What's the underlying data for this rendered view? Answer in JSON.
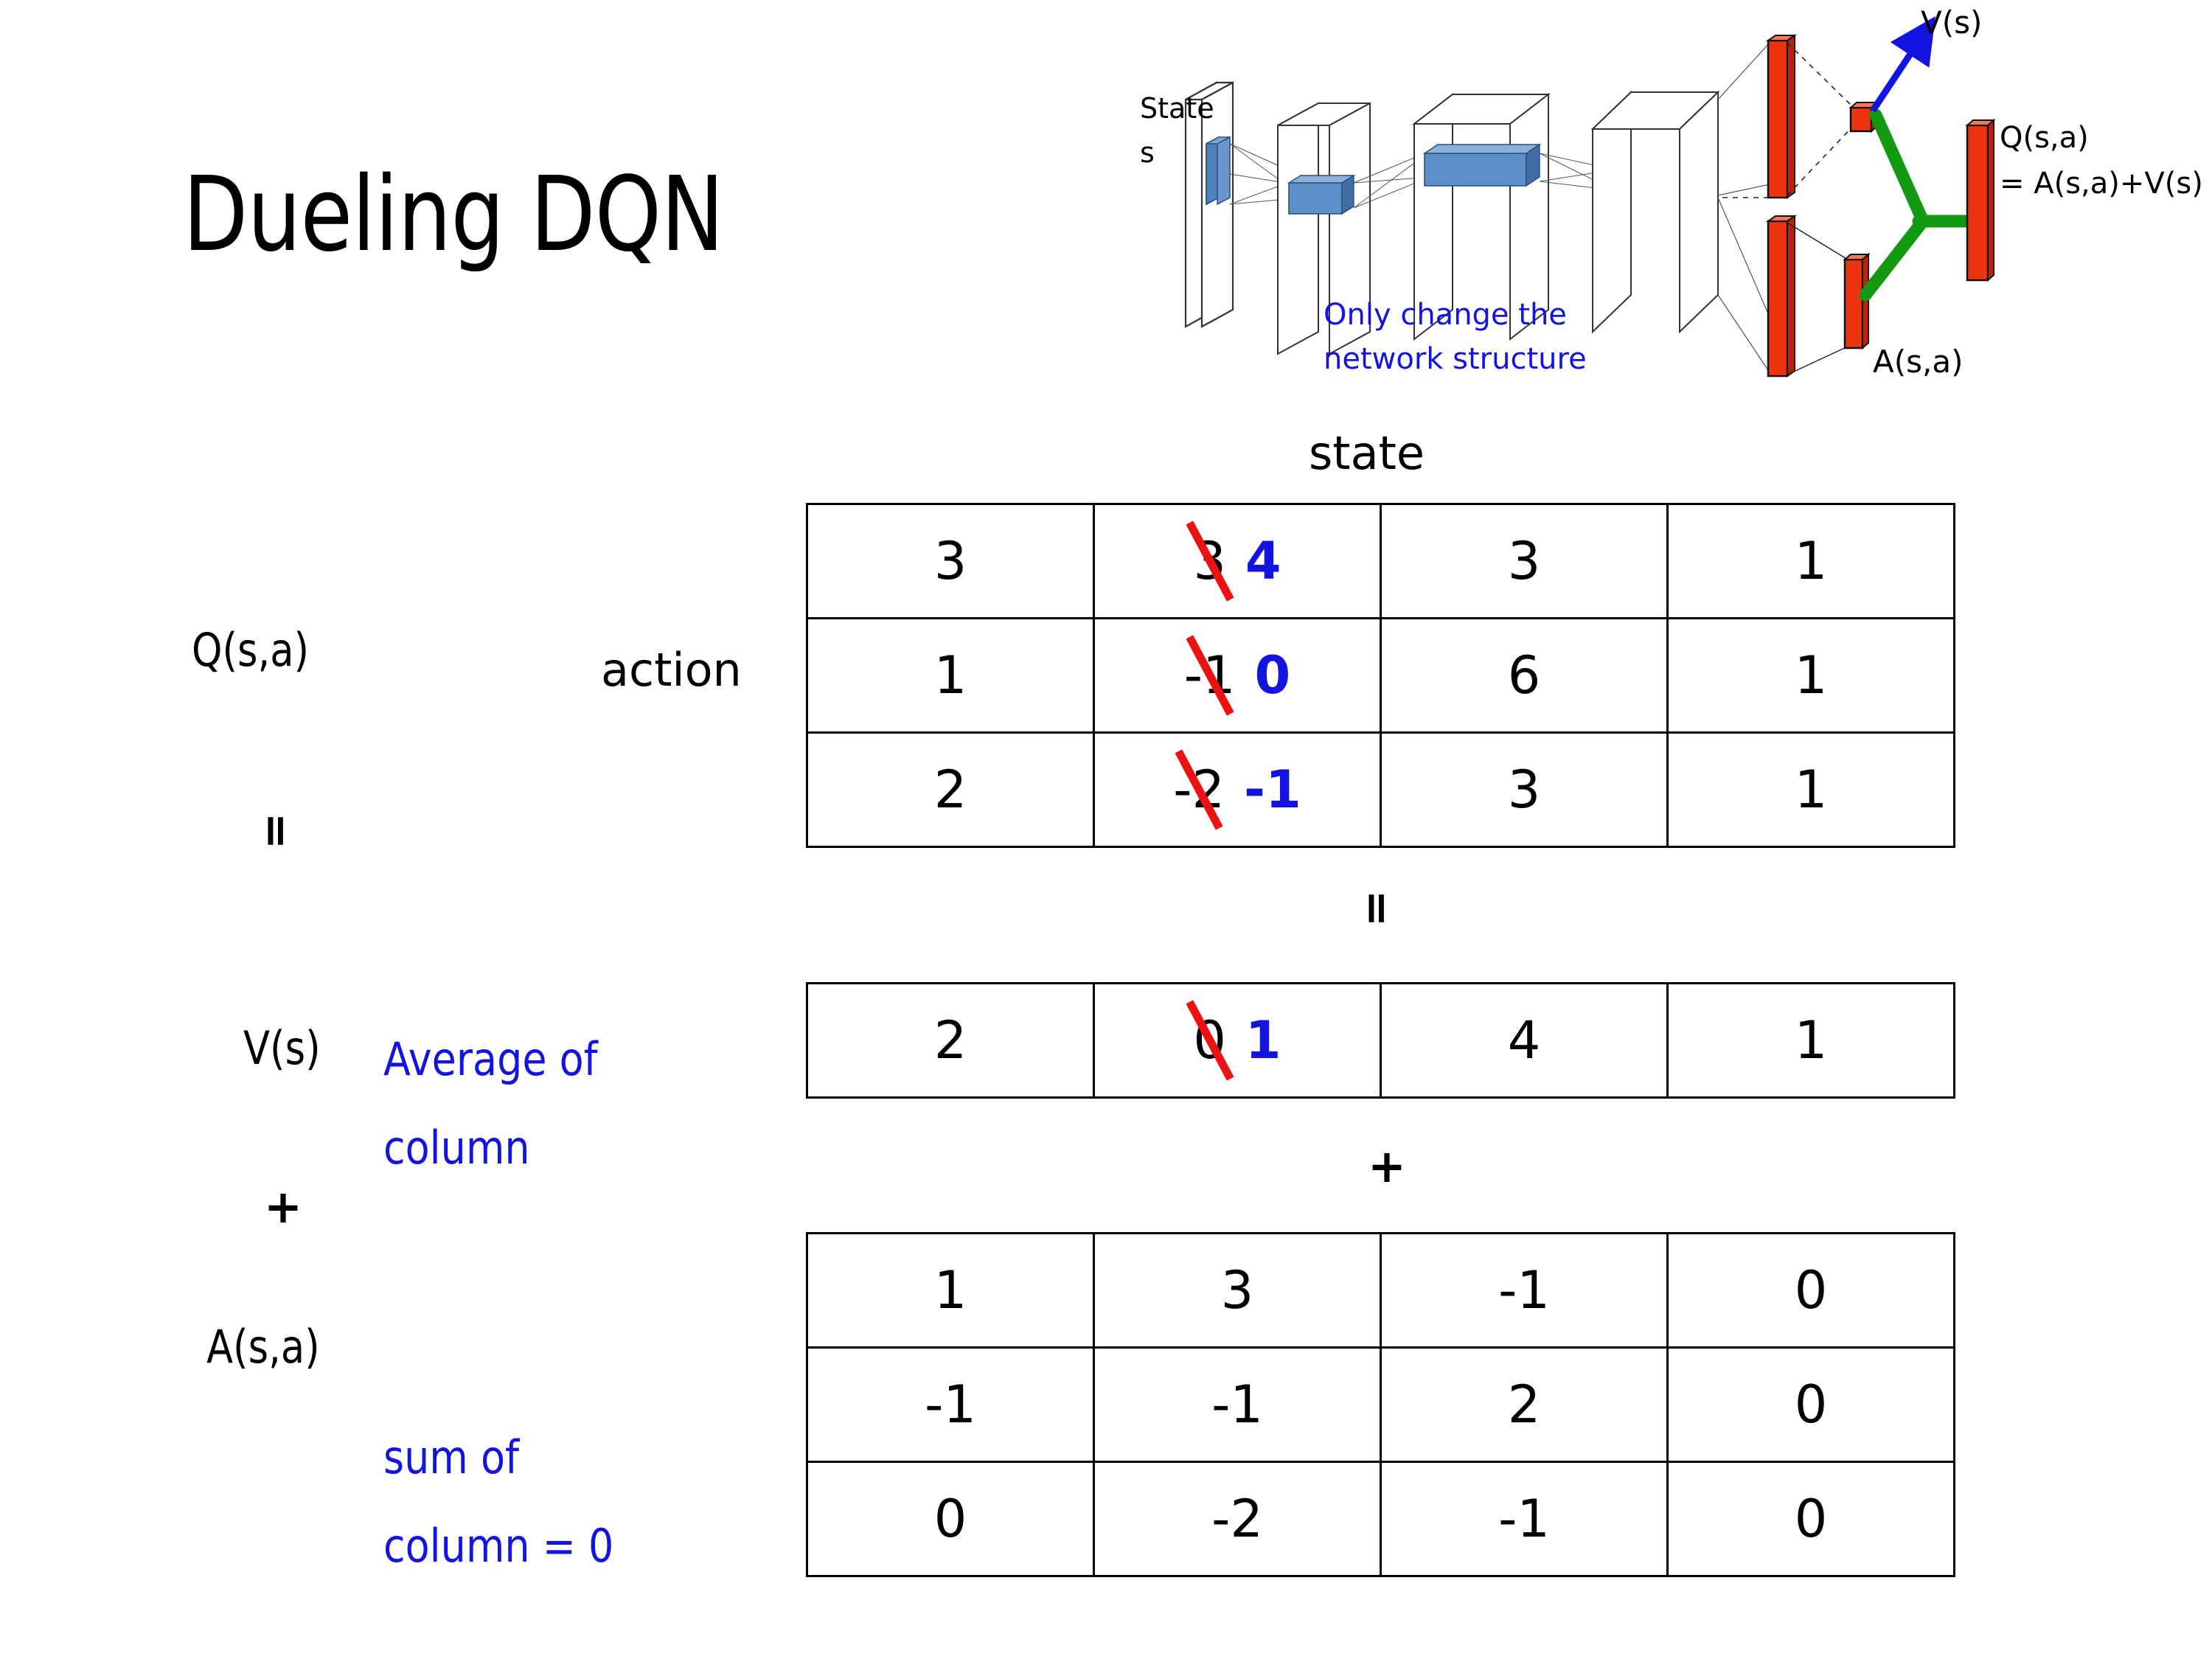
{
  "slide": {
    "title": "Dueling DQN"
  },
  "diagram": {
    "input_label_line1": "State",
    "input_label_line2": "s",
    "note_line1": "Only change the",
    "note_line2": "network structure",
    "value_head_label": "V(s)",
    "advantage_head_label": "A(s,a)",
    "output_label_line1": "Q(s,a)",
    "output_label_line2": "= A(s,a)+V(s)",
    "colors": {
      "note_blue": "#1414E0",
      "arrow_blue": "#1414E0",
      "bar_red": "#EE3311",
      "merge_green": "#119911",
      "conv_blue": "#6699CC"
    }
  },
  "axes": {
    "state_label": "state",
    "action_label": "action"
  },
  "labels": {
    "q_label": "Q(s,a)",
    "v_label": "V(s)",
    "a_label": "A(s,a)",
    "equals_left": "=",
    "plus_left": "+",
    "equals_mid": "=",
    "plus_mid": "+",
    "v_note_line1": "Average of",
    "v_note_line2": "column",
    "a_note_line1": "sum of",
    "a_note_line2": "column = 0"
  },
  "colors": {
    "annotation_blue": "#1414E0",
    "strike_red": "#EE1111",
    "text_black": "#000000"
  },
  "chart_data": {
    "type": "table",
    "title": "Dueling DQN",
    "xlabel": "state",
    "ylabel": "action",
    "tables": [
      {
        "name": "Q(s,a)",
        "rows": [
          [
            {
              "value": "3"
            },
            {
              "value": "3",
              "revised": "4",
              "struck": true
            },
            {
              "value": "3"
            },
            {
              "value": "1"
            }
          ],
          [
            {
              "value": "1"
            },
            {
              "value": "-1",
              "revised": "0",
              "struck": true
            },
            {
              "value": "6"
            },
            {
              "value": "1"
            }
          ],
          [
            {
              "value": "2"
            },
            {
              "value": "-2",
              "revised": "-1",
              "struck": true
            },
            {
              "value": "3"
            },
            {
              "value": "1"
            }
          ]
        ]
      },
      {
        "name": "V(s)",
        "rows": [
          [
            {
              "value": "2"
            },
            {
              "value": "0",
              "revised": "1",
              "struck": true
            },
            {
              "value": "4"
            },
            {
              "value": "1"
            }
          ]
        ]
      },
      {
        "name": "A(s,a)",
        "rows": [
          [
            {
              "value": "1"
            },
            {
              "value": "3"
            },
            {
              "value": "-1"
            },
            {
              "value": "0"
            }
          ],
          [
            {
              "value": "-1"
            },
            {
              "value": "-1"
            },
            {
              "value": "2"
            },
            {
              "value": "0"
            }
          ],
          [
            {
              "value": "0"
            },
            {
              "value": "-2"
            },
            {
              "value": "-1"
            },
            {
              "value": "0"
            }
          ]
        ]
      }
    ],
    "relation": "Q(s,a) = V(s) + A(s,a)",
    "constraints": [
      "V(s) is the average of column",
      "sum of A column = 0"
    ]
  }
}
